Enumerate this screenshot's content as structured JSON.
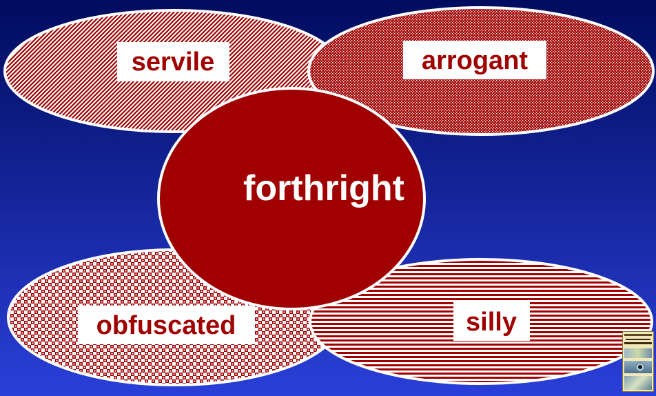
{
  "diagram": {
    "center_word": "forthright",
    "words": {
      "top_left": "servile",
      "top_right": "arrogant",
      "bottom_left": "obfuscated",
      "bottom_right": "silly"
    }
  },
  "colors": {
    "background_top": "#000c5e",
    "background_bottom": "#2a3fd8",
    "ellipse_fill": "#a00000",
    "ellipse_outline": "#ffffff",
    "center_text": "#ffffff",
    "label_box": "#ffffff",
    "label_text": "#a00000"
  },
  "icons": {
    "book_cover": "book-cover-thumbnail"
  }
}
